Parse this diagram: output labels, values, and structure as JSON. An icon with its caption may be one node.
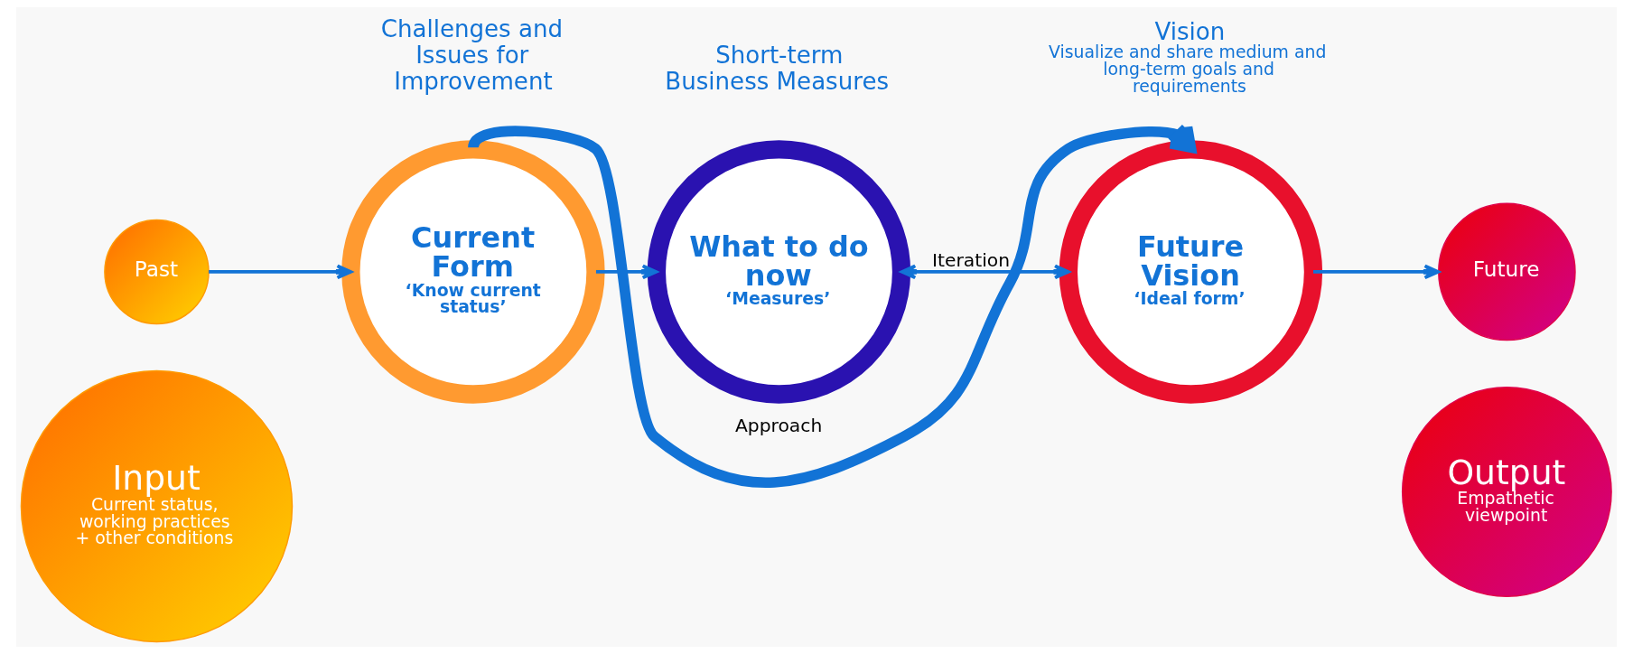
{
  "diagram": {
    "nodes": [
      {
        "text": [
          "Input",
          "Current status, working practices + other conditions"
        ]
      },
      {
        "text": [
          "Output",
          "Empathetic viewpoint"
        ]
      },
      {
        "text": [
          "Past"
        ]
      },
      {
        "text": [
          "Current Form",
          "‘Know current status’"
        ],
        "beside": [
          "Challenges and Issues for Improvement"
        ]
      },
      {
        "text": [
          "What to do now",
          "‘Measures’"
        ],
        "beside": [
          "Short-term Business Measures"
        ]
      },
      {
        "text": [
          "Future Vision",
          "‘Ideal form’"
        ],
        "beside": [
          "Vision",
          "Visualize and share medium and long-term goals and requirements"
        ]
      },
      {
        "text": [
          "Future"
        ]
      }
    ],
    "edges": [
      {
        "from": 2,
        "to": 3,
        "arrow": "to"
      },
      {
        "from": 3,
        "to": 4,
        "arrow": "to"
      },
      {
        "from": 4,
        "to": 5,
        "arrow": "both",
        "label": "Iteration"
      },
      {
        "from": 5,
        "to": 6,
        "arrow": "to"
      },
      {
        "from": 3,
        "to": 5,
        "arrow": "to",
        "label": "Approach",
        "style": "thick"
      }
    ]
  }
}
